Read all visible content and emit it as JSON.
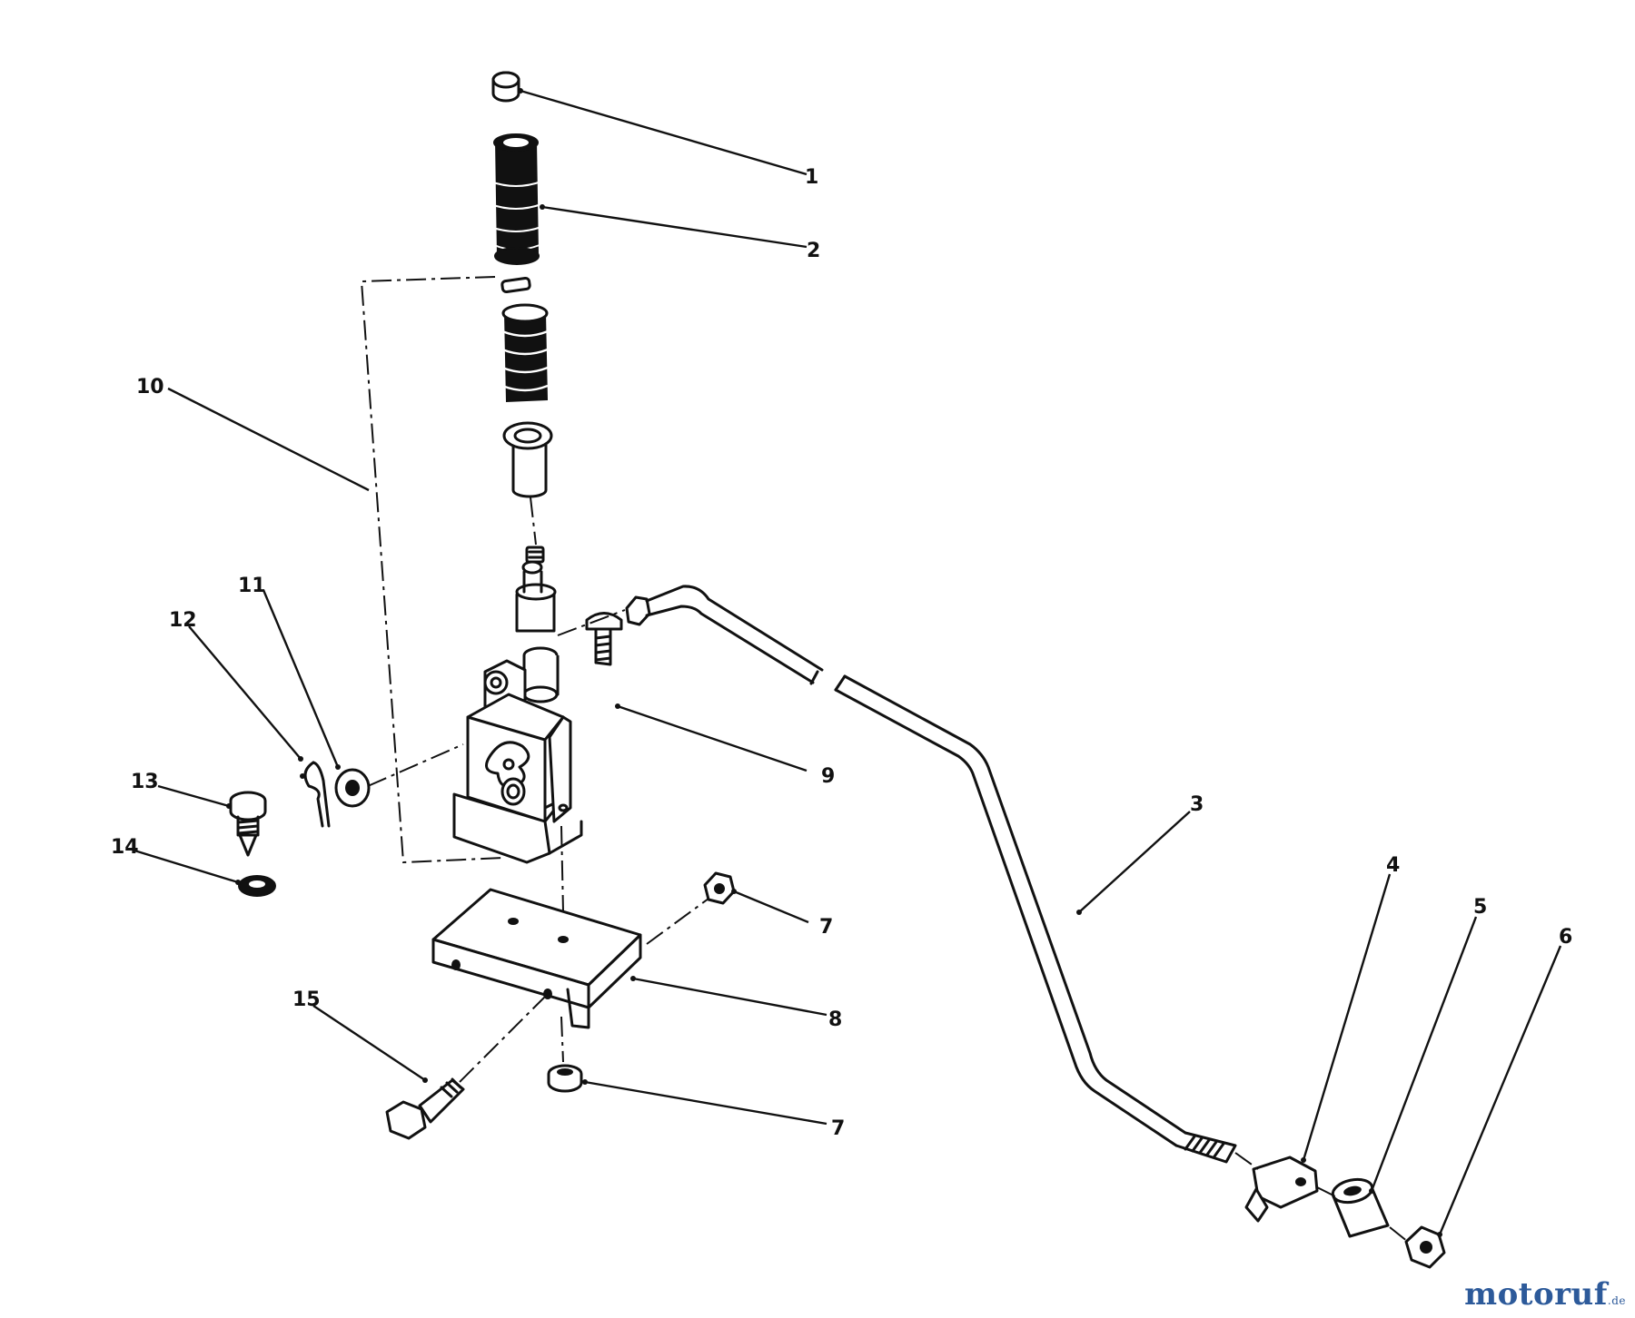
{
  "diagram": {
    "labels": [
      {
        "id": "1",
        "text": "1"
      },
      {
        "id": "2",
        "text": "2"
      },
      {
        "id": "3",
        "text": "3"
      },
      {
        "id": "4",
        "text": "4"
      },
      {
        "id": "5",
        "text": "5"
      },
      {
        "id": "6",
        "text": "6"
      },
      {
        "id": "7a",
        "text": "7"
      },
      {
        "id": "7b",
        "text": "7"
      },
      {
        "id": "8",
        "text": "8"
      },
      {
        "id": "9",
        "text": "9"
      },
      {
        "id": "10",
        "text": "10"
      },
      {
        "id": "11",
        "text": "11"
      },
      {
        "id": "12",
        "text": "12"
      },
      {
        "id": "13",
        "text": "13"
      },
      {
        "id": "14",
        "text": "14"
      },
      {
        "id": "15",
        "text": "15"
      }
    ]
  },
  "watermark": {
    "brand": "motoruf",
    "tld": ".de",
    "color": "#2d5a9a"
  }
}
